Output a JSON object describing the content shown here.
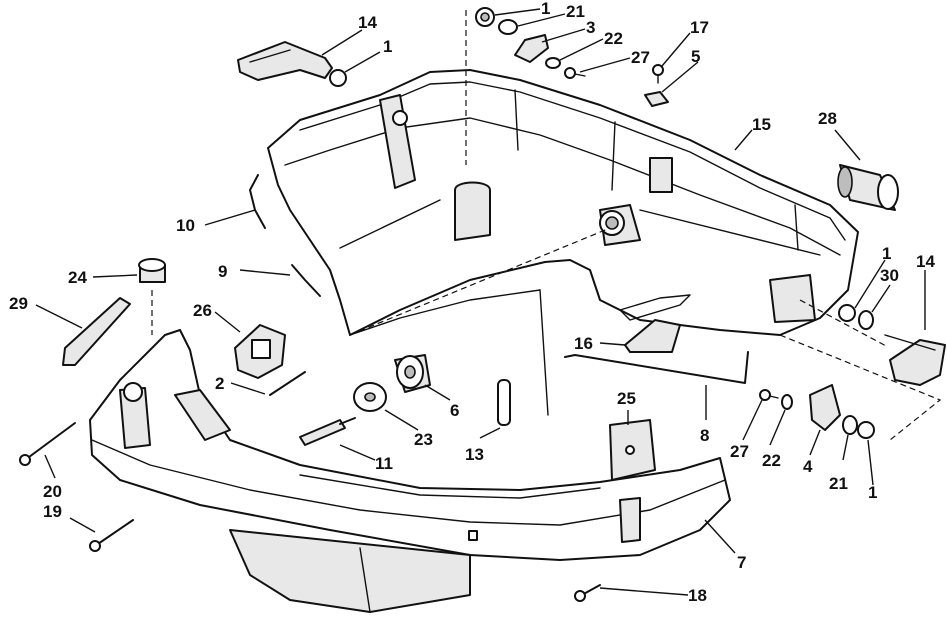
{
  "callouts": [
    {
      "id": "c-1a",
      "label": "1"
    },
    {
      "id": "c-21a",
      "label": "21"
    },
    {
      "id": "c-3",
      "label": "3"
    },
    {
      "id": "c-22a",
      "label": "22"
    },
    {
      "id": "c-27a",
      "label": "27"
    },
    {
      "id": "c-17",
      "label": "17"
    },
    {
      "id": "c-5",
      "label": "5"
    },
    {
      "id": "c-14a",
      "label": "14"
    },
    {
      "id": "c-1b",
      "label": "1"
    },
    {
      "id": "c-15",
      "label": "15"
    },
    {
      "id": "c-28",
      "label": "28"
    },
    {
      "id": "c-10",
      "label": "10"
    },
    {
      "id": "c-9",
      "label": "9"
    },
    {
      "id": "c-24",
      "label": "24"
    },
    {
      "id": "c-29",
      "label": "29"
    },
    {
      "id": "c-26",
      "label": "26"
    },
    {
      "id": "c-1c",
      "label": "1"
    },
    {
      "id": "c-30",
      "label": "30"
    },
    {
      "id": "c-14b",
      "label": "14"
    },
    {
      "id": "c-16",
      "label": "16"
    },
    {
      "id": "c-2",
      "label": "2"
    },
    {
      "id": "c-6",
      "label": "6"
    },
    {
      "id": "c-23",
      "label": "23"
    },
    {
      "id": "c-11",
      "label": "11"
    },
    {
      "id": "c-13",
      "label": "13"
    },
    {
      "id": "c-8",
      "label": "8"
    },
    {
      "id": "c-25",
      "label": "25"
    },
    {
      "id": "c-27b",
      "label": "27"
    },
    {
      "id": "c-22b",
      "label": "22"
    },
    {
      "id": "c-4",
      "label": "4"
    },
    {
      "id": "c-21b",
      "label": "21"
    },
    {
      "id": "c-1d",
      "label": "1"
    },
    {
      "id": "c-20",
      "label": "20"
    },
    {
      "id": "c-19",
      "label": "19"
    },
    {
      "id": "c-7",
      "label": "7"
    },
    {
      "id": "c-18",
      "label": "18"
    }
  ]
}
